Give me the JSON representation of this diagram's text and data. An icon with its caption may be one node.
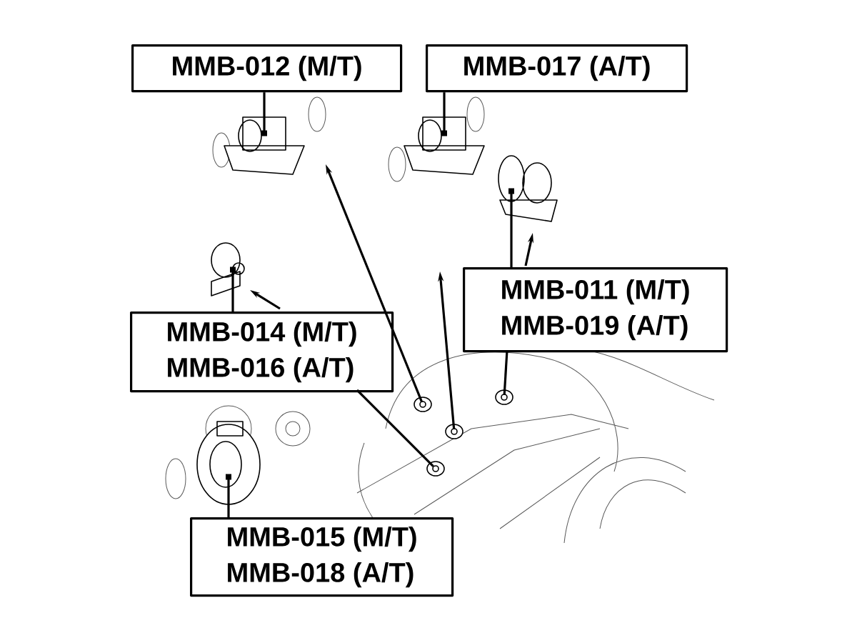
{
  "diagram": {
    "nodes": [
      {
        "text": [
          "MMB-012 (M/T)"
        ]
      },
      {
        "text": [
          "MMB-017 (A/T)"
        ]
      },
      {
        "text": [
          "MMB-011 (M/T)",
          "MMB-019 (A/T)"
        ]
      },
      {
        "text": [
          "MMB-014 (M/T)",
          "MMB-016 (A/T)"
        ]
      },
      {
        "text": [
          "MMB-015 (M/T)",
          "MMB-018 (A/T)"
        ]
      },
      {
        "text": [],
        "shape": "picture"
      },
      {
        "text": [],
        "shape": "picture"
      },
      {
        "text": [],
        "shape": "picture"
      },
      {
        "text": [],
        "shape": "picture"
      },
      {
        "text": [],
        "shape": "picture"
      },
      {
        "text": [],
        "shape": "picture"
      },
      {
        "text": [],
        "shape": "picture"
      },
      {
        "text": [],
        "shape": "picture"
      },
      {
        "text": [],
        "shape": "picture"
      }
    ],
    "edges": [
      {
        "from": 0,
        "to": 5,
        "arrow": "other"
      },
      {
        "from": 1,
        "to": 6,
        "arrow": "other"
      },
      {
        "from": 2,
        "to": 7,
        "arrow": "other"
      },
      {
        "from": 2,
        "to": 12,
        "arrow": "none"
      },
      {
        "from": 3,
        "to": 8,
        "arrow": "other"
      },
      {
        "from": 3,
        "to": 13,
        "arrow": "none"
      },
      {
        "from": 4,
        "to": 9,
        "arrow": "other"
      },
      {
        "from": 10,
        "to": null,
        "arrow": "to"
      },
      {
        "from": 11,
        "to": null,
        "arrow": "to"
      },
      {
        "from": 3,
        "to": 8,
        "arrow": "to"
      },
      {
        "from": 2,
        "to": 7,
        "arrow": "to"
      }
    ]
  }
}
